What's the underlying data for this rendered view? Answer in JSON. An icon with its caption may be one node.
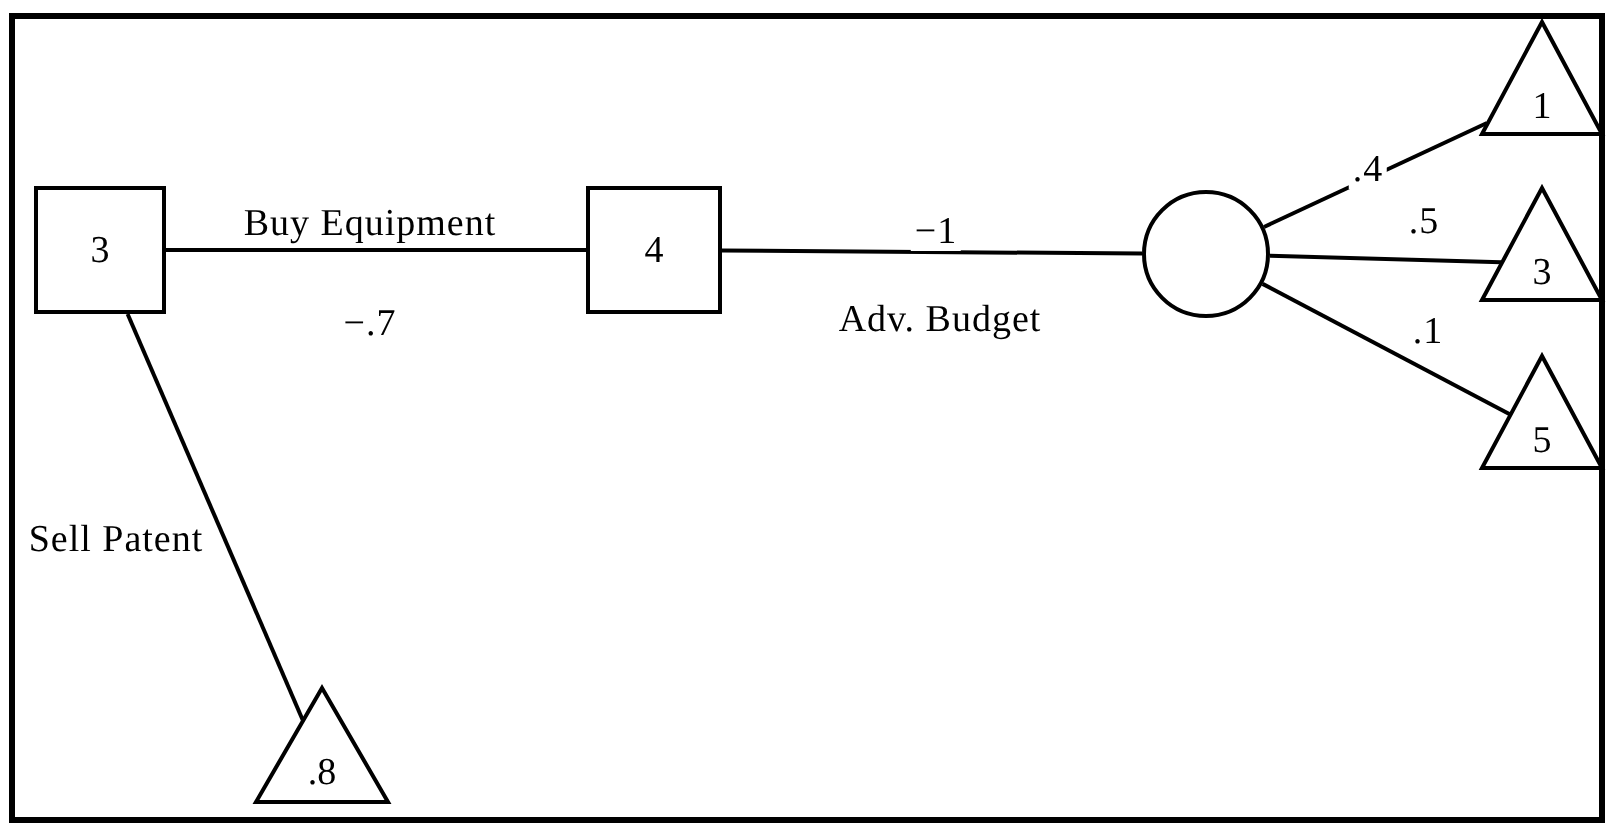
{
  "diagram": {
    "nodes": [
      {
        "text": [
          "3"
        ]
      },
      {
        "text": [
          "4"
        ]
      },
      {
        "text": [],
        "shape": "circle"
      },
      {
        "text": [
          "1"
        ]
      },
      {
        "text": [
          "3"
        ]
      },
      {
        "text": [
          "5"
        ]
      },
      {
        "text": [
          ".8"
        ]
      }
    ],
    "edges": [
      {
        "from": 0,
        "to": 1,
        "arrow": "none",
        "label": "Buy Equipment"
      },
      {
        "from": 1,
        "to": 2,
        "arrow": "none",
        "label": "Adv. Budget"
      },
      {
        "from": 2,
        "to": 3,
        "arrow": "none",
        "label": ".4"
      },
      {
        "from": 2,
        "to": 4,
        "arrow": "none",
        "label": ".5"
      },
      {
        "from": 2,
        "to": 5,
        "arrow": "none",
        "label": ".1"
      },
      {
        "from": 0,
        "to": 6,
        "arrow": "none",
        "label": "Sell Patent"
      }
    ],
    "labels": [
      "−.7",
      "−1"
    ]
  }
}
